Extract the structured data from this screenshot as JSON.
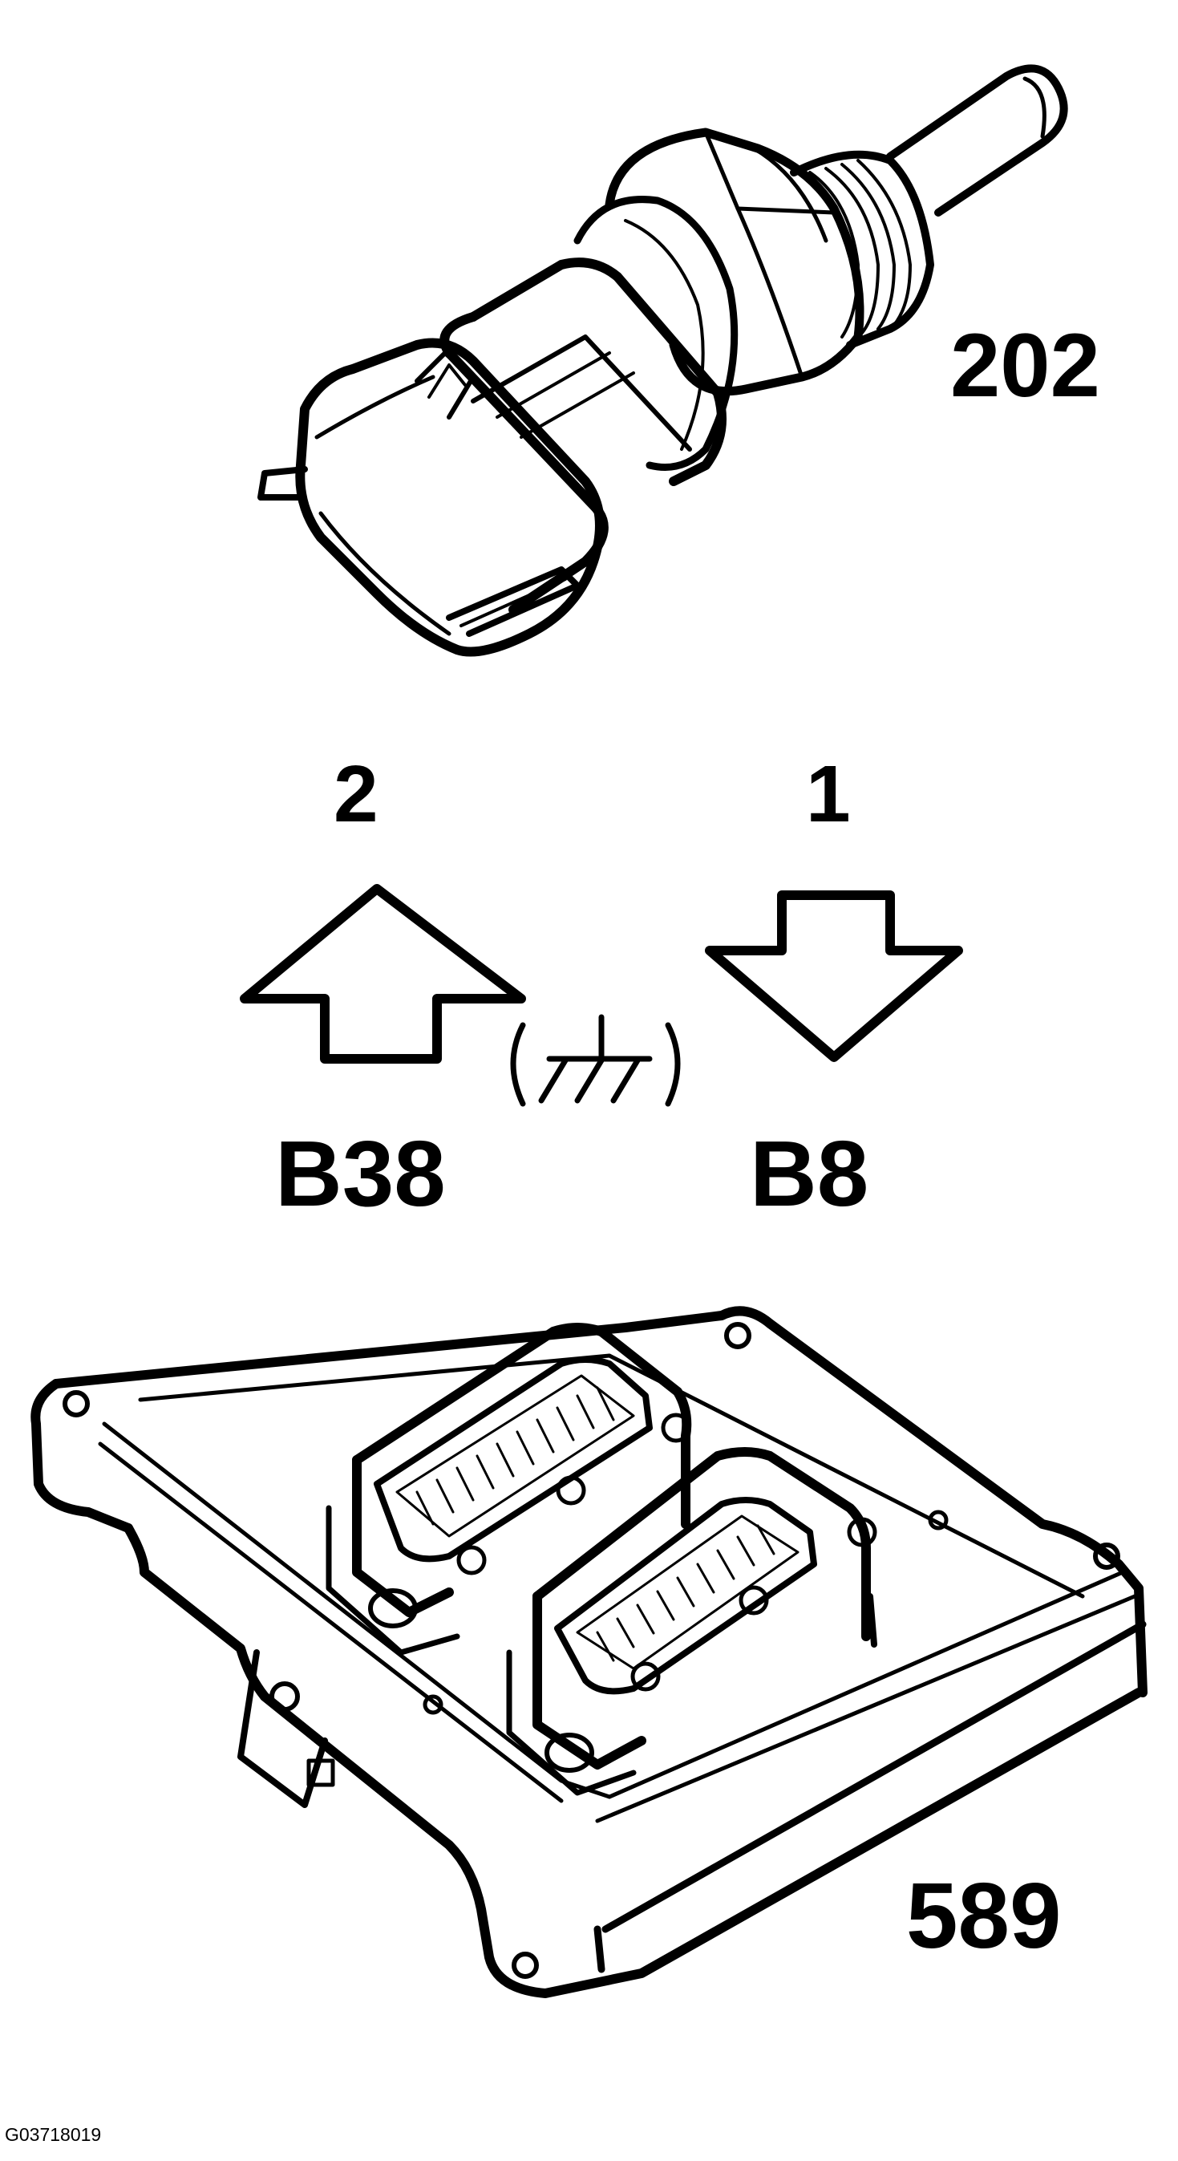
{
  "labels": {
    "sensor_number": "202",
    "pin_upper_left": "2",
    "pin_upper_right": "1",
    "pin_lower_left": "B38",
    "pin_lower_right": "B8",
    "control_unit_number": "589",
    "figure_id": "G03718019"
  },
  "symbols": {
    "ground": "ground-symbol",
    "arrow_left_direction": "up",
    "arrow_right_direction": "down"
  },
  "colors": {
    "ink": "#000000",
    "background": "#ffffff"
  }
}
